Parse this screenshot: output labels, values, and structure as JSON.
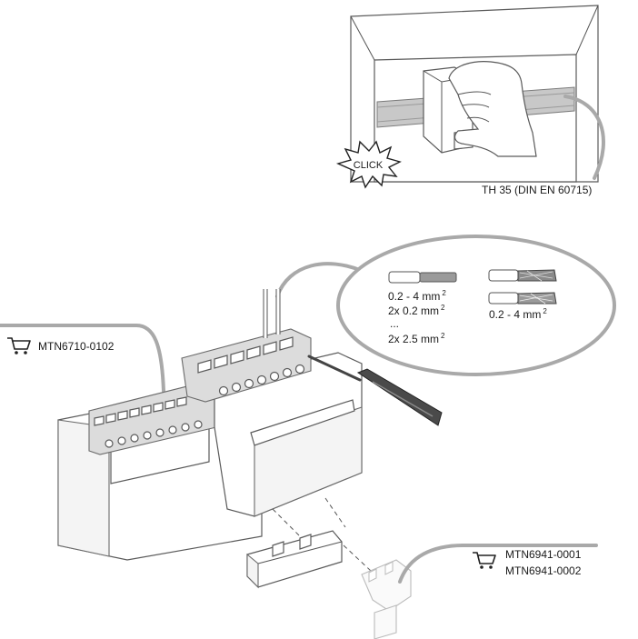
{
  "labels": {
    "click": "CLICK",
    "rail": "TH 35 (DIN EN 60715)",
    "product_main": "MTN6710-0102",
    "product_plug_1": "MTN6941-0001",
    "product_plug_2": "MTN6941-0002",
    "wire_solid_1": "0.2 - 4 mm",
    "wire_solid_1_sup": "2",
    "wire_solid_2": "2x 0.2 mm",
    "wire_solid_2_sup": "2",
    "wire_ellipsis": "...",
    "wire_solid_3": "2x 2.5 mm",
    "wire_solid_3_sup": "2",
    "wire_stranded": "0.2 - 4 mm",
    "wire_stranded_sup": "2"
  },
  "icons": {
    "cart_main": "shopping-cart-icon",
    "cart_plug": "shopping-cart-icon"
  },
  "colors": {
    "leader_gray": "#a9a9a9",
    "rail_gray": "#c8c8c8",
    "line": "#5a5a5a"
  }
}
